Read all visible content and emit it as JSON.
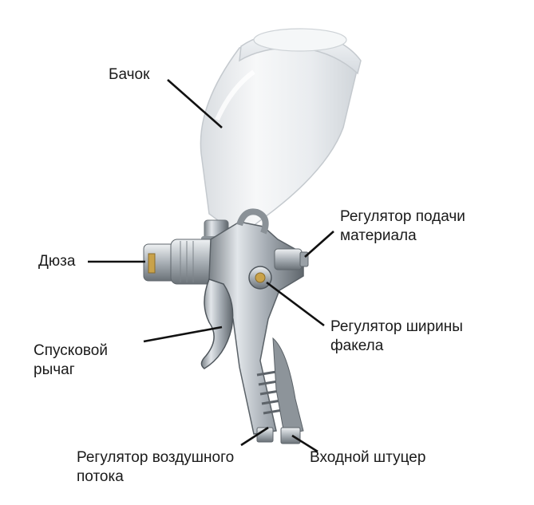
{
  "labels": {
    "tank": "Бачок",
    "material_regulator": "Регулятор подачи\nматериала",
    "nozzle": "Дюза",
    "width_regulator": "Регулятор ширины\nфакела",
    "trigger": "Спусковой\nрычаг",
    "air_regulator": "Регулятор воздушного\nпотока",
    "inlet": "Входной штуцер"
  },
  "colors": {
    "background": "#ffffff",
    "text": "#1a1a1a",
    "leader_line": "#111111",
    "cup": "#e8ebee",
    "metal": "#b9bfc5",
    "metal_dark": "#6f767c",
    "brass": "#c9a24a"
  }
}
